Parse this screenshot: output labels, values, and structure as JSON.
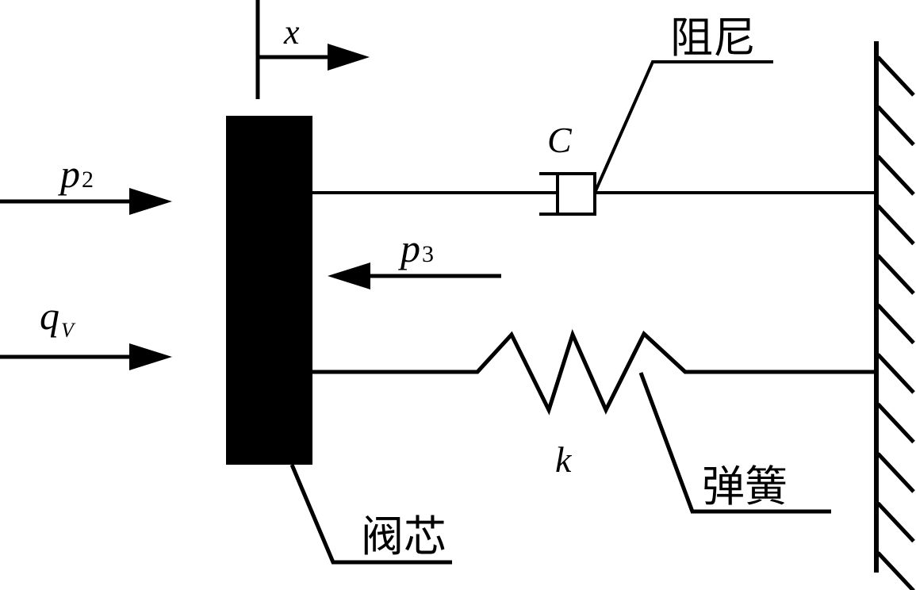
{
  "diagram": {
    "type": "mass-spring-damper valve model",
    "colors": {
      "ink": "#000000",
      "background": "#ffffff"
    },
    "labels": {
      "displacement": "x",
      "damping_coeff": "C",
      "damping_name": "阻尼",
      "pressure_in": {
        "base": "p",
        "sub": "2"
      },
      "pressure_back": {
        "base": "p",
        "sub": "3"
      },
      "flow": {
        "base": "q",
        "sub": "V"
      },
      "spring_coeff": "k",
      "spring_name": "弹簧",
      "valve_core_name": "阀芯"
    },
    "components": [
      {
        "id": "valve-core",
        "label": "阀芯"
      },
      {
        "id": "damper",
        "label": "阻尼",
        "symbol": "C"
      },
      {
        "id": "spring",
        "label": "弹簧",
        "symbol": "k"
      },
      {
        "id": "fixed-wall",
        "label": ""
      }
    ],
    "arrows": [
      {
        "id": "p2",
        "direction": "right"
      },
      {
        "id": "qV",
        "direction": "right"
      },
      {
        "id": "p3",
        "direction": "left"
      },
      {
        "id": "x",
        "direction": "right"
      }
    ]
  }
}
